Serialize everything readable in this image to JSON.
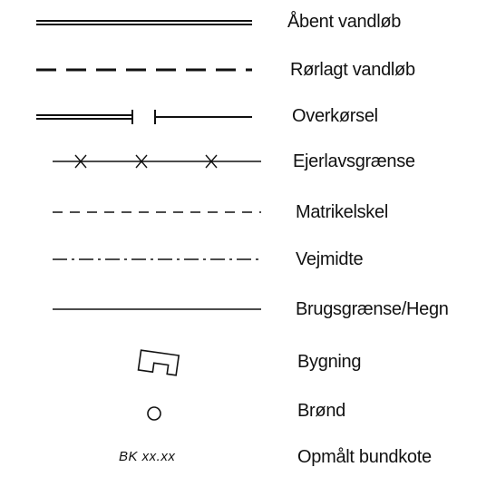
{
  "legend": {
    "items": [
      {
        "symbol": "solid-double-line-icon",
        "label": "Åbent vandløb"
      },
      {
        "symbol": "dashed-line-icon",
        "label": "Rørlagt vandløb"
      },
      {
        "symbol": "broken-line-with-ticks-icon",
        "label": "Overkørsel"
      },
      {
        "symbol": "line-with-crosses-icon",
        "label": "Ejerlavsgrænse"
      },
      {
        "symbol": "fine-dashed-line-icon",
        "label": "Matrikelskel"
      },
      {
        "symbol": "dash-dot-line-icon",
        "label": "Vejmidte"
      },
      {
        "symbol": "thin-solid-line-icon",
        "label": "Brugsgrænse/Hegn"
      },
      {
        "symbol": "building-outline-icon",
        "label": "Bygning"
      },
      {
        "symbol": "circle-icon",
        "label": "Brønd"
      },
      {
        "symbol": "text-code",
        "label": "Opmålt bundkote",
        "code": "BK  xx.xx"
      }
    ]
  },
  "colors": {
    "ink": "#111111",
    "background": "#ffffff"
  }
}
